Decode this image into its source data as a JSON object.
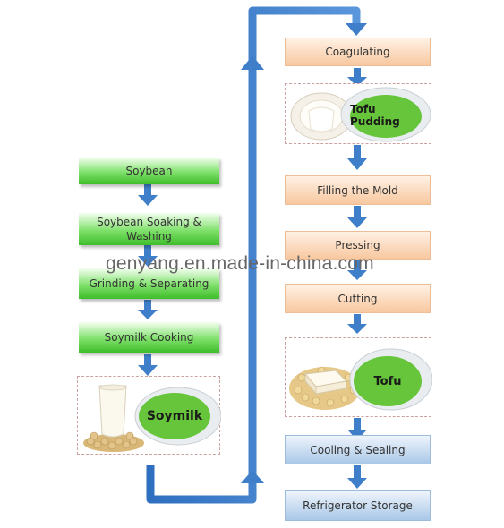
{
  "left_steps": [
    "Soybean",
    "Soybean Soaking & Washing",
    "Grinding & Separating",
    "Soymilk Cooking"
  ],
  "left_product": "Soymilk",
  "right_steps_top": [
    "Coagulating"
  ],
  "pudding_product": "Tofu Pudding",
  "right_steps_middle": [
    "Filling the Mold",
    "Pressing",
    "Cutting"
  ],
  "tofu_product": "Tofu",
  "right_steps_bottom": [
    "Cooling & Sealing",
    "Refrigerator Storage"
  ],
  "watermark": "genyang.en.made-in-china.com",
  "colors": {
    "green_step": "#5fd14a",
    "orange_step": "#f8c8a0",
    "blue_step": "#a9c8e8",
    "arrow": "#3f7fc9",
    "product_ellipse": "#66c53a"
  }
}
